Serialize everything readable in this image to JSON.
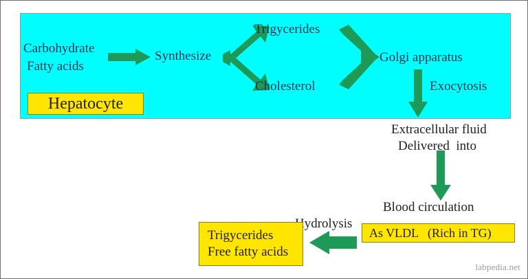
{
  "figure": {
    "title": "Hepatocyte lipid synthesis and VLDL delivery pathway",
    "watermark": "labpedia.net",
    "colors": {
      "cell_fill": "#00ffff",
      "cell_border": "#8aa0a6",
      "label_fill": "#ffe600",
      "label_border": "#8f8200",
      "arrow_green": "#1d9a57",
      "cell_text": "#17304f",
      "outside_text": "#231f1c",
      "watermark_text": "#9a9a9a",
      "page_border": "#6e6e6e"
    }
  },
  "cell": {
    "name_label": "Hepatocyte",
    "inputs": {
      "line1": "Carbohydrate",
      "line2": "Fatty acids"
    },
    "process": "Synthesize",
    "products": {
      "upper": "Trigycerides",
      "lower": "Cholesterol"
    },
    "organelle": "Golgi apparatus",
    "export_process": "Exocytosis"
  },
  "outside": {
    "destination_line1": "Extracellular fluid",
    "destination_line2": "Delivered  into",
    "circulation": "Blood circulation",
    "vldl_label": "As VLDL   (Rich in TG)",
    "hydrolysis_label": "Hydrolysis",
    "products_box": {
      "line1": "Trigycerides",
      "line2": "Free fatty acids"
    }
  },
  "arrows": [
    {
      "id": "input-to-synthesize",
      "from": "Carbohydrate / Fatty acids",
      "to": "Synthesize",
      "direction": "right"
    },
    {
      "id": "synthesize-split",
      "from": "Synthesize",
      "to": "Trigycerides and Cholesterol",
      "direction": "split-right"
    },
    {
      "id": "products-merge",
      "from": "Trigycerides and Cholesterol",
      "to": "Golgi apparatus",
      "direction": "merge-right"
    },
    {
      "id": "golgi-exocytosis",
      "from": "Golgi apparatus",
      "to": "Extracellular fluid",
      "direction": "down"
    },
    {
      "id": "delivery-to-blood",
      "from": "Extracellular fluid",
      "to": "Blood circulation",
      "direction": "down"
    },
    {
      "id": "vldl-hydrolysis",
      "from": "As VLDL (Rich in TG)",
      "to": "Trigycerides / Free fatty acids",
      "direction": "left"
    }
  ]
}
